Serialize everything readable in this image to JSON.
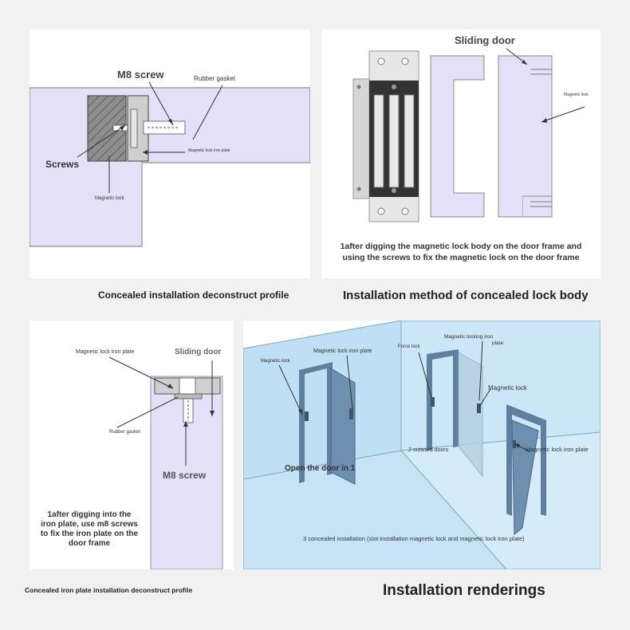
{
  "panel1": {
    "m8_screw": "M8 screw",
    "rubber_gasket": "Rubber gasket",
    "magnetic_lock_iron_plate": "Magnetic lock iron plate",
    "screws": "Screws",
    "magnetic_lock": "Magnetic lock"
  },
  "caption1": "Concealed installation deconstruct profile",
  "panel2": {
    "sliding_door": "Sliding door",
    "magnetic_lock": "Magnetic lock",
    "note_line1": "1after digging the magnetic lock body on the door frame and",
    "note_line2": "using the screws to fix the magnetic lock on the door frame"
  },
  "caption2": "Installation method of concealed lock body",
  "panel3": {
    "magnetic_lock_iron_plate": "Magnetic lock iron plate",
    "sliding_door": "Sliding door",
    "rubber_gasket": "Rubber gasket",
    "m8_screw": "M8 screw",
    "note_line1": "1after digging into the",
    "note_line2": "iron plate, use m8 screws",
    "note_line3": "to fix the iron plate on the",
    "note_line4": "door frame"
  },
  "caption3": "Concealed iron plate installation deconstruct profile",
  "panel4": {
    "magnetic_lock_left": "Magnetic lock",
    "magnetic_lock_iron_plate": "Magnetic lock iron plate",
    "force_lock": "Force lock",
    "magnetic_locking_iron_plate_1": "Magnetic locking iron",
    "magnetic_locking_iron_plate_2": "plate",
    "magnetic_lock_right": "Magnetic lock",
    "magnetic_lock_iron_plate_right": "Magnetic lock iron plate",
    "open_door": "Open the door in 1",
    "outward_doors": "2 outward doors",
    "concealed_installation": "3 concealed installation (slot installation magnetic lock and magnetic lock iron plate)"
  },
  "caption4": "Installation renderings",
  "colors": {
    "lavender": "#e3e0f8",
    "glass": "#bfe0f4",
    "door": "#6d8fb0",
    "gray": "#b9b9b9"
  }
}
